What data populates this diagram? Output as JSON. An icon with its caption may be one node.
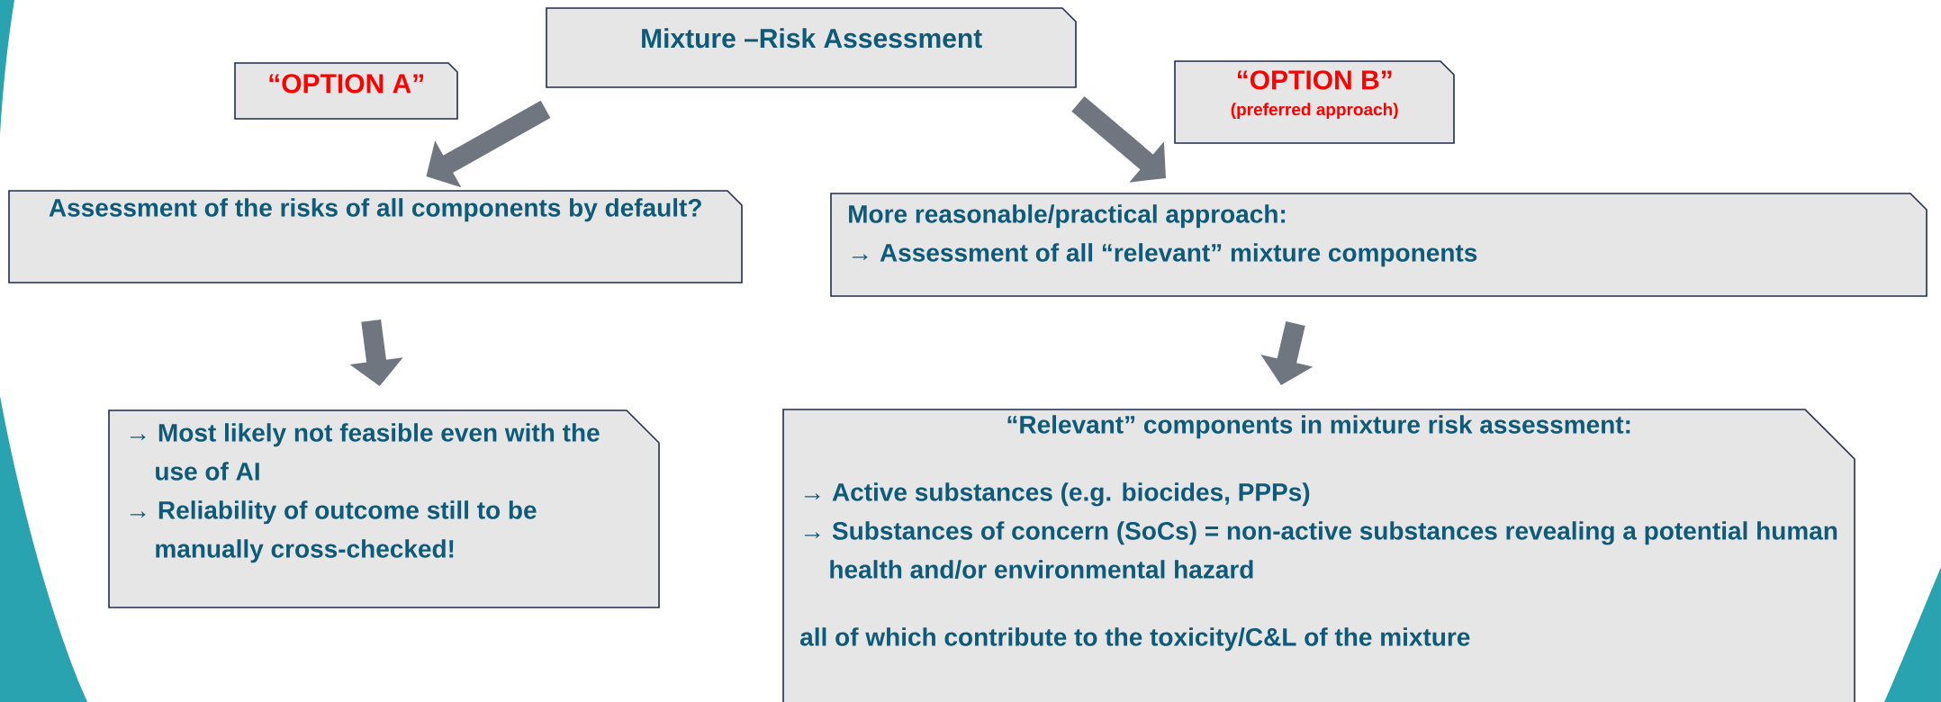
{
  "diagram": {
    "nodes": [
      {
        "text": [
          "Mixture –Risk Assessment"
        ]
      },
      {
        "text": [
          "“OPTION A”"
        ]
      },
      {
        "text": [
          "“OPTION B”",
          "(preferred approach)"
        ]
      },
      {
        "text": [
          "Assessment of the risks of all components by default?"
        ]
      },
      {
        "text": [
          "More reasonable/practical approach:",
          "→ Assessment of all “relevant” mixture components"
        ]
      },
      {
        "text": [
          "→ Most likely not feasible even with the use of AI",
          "→ Reliability of outcome still to be manually cross-checked!"
        ]
      },
      {
        "text": [
          "“Relevant” components in mixture risk assessment:",
          "→ Active substances (e.g. biocides, PPPs)",
          "→  Substances of concern (SoCs) = non-active substances revealing a potential human health and/or environmental hazard",
          "all of which contribute to the toxicity/C&L of the mixture"
        ]
      }
    ],
    "edges": [
      {
        "from": 0,
        "to": 3,
        "arrow": "to"
      },
      {
        "from": 0,
        "to": 4,
        "arrow": "to"
      },
      {
        "from": 3,
        "to": 5,
        "arrow": "to"
      },
      {
        "from": 4,
        "to": 6,
        "arrow": "to"
      }
    ]
  }
}
